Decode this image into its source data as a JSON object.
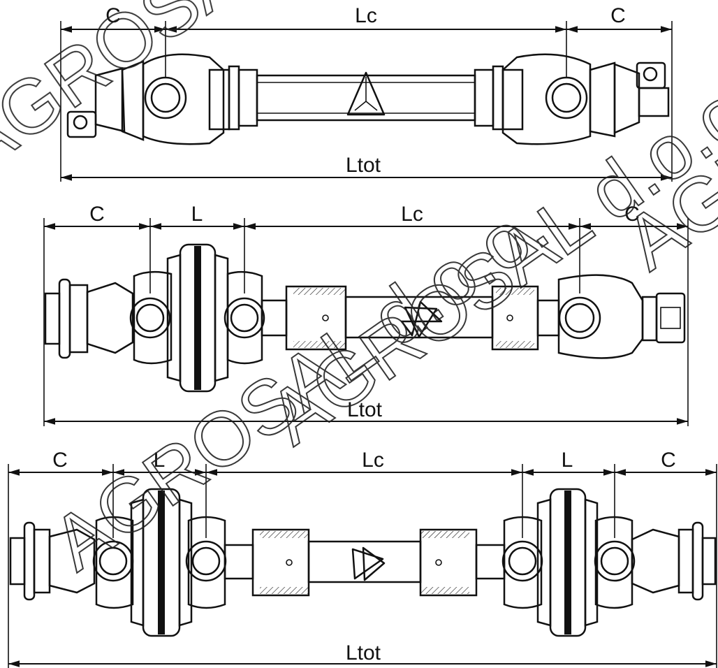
{
  "watermark": "AGROSAL d.o.o.",
  "diagrams": [
    {
      "id": "shaft-1",
      "labels": {
        "c_left": "C",
        "lc": "Lc",
        "c_right": "C",
        "ltot": "Ltot"
      }
    },
    {
      "id": "shaft-2",
      "labels": {
        "c_left": "C",
        "l_left": "L",
        "lc": "Lc",
        "c_right": "C",
        "ltot": "Ltot"
      }
    },
    {
      "id": "shaft-3",
      "labels": {
        "c_left": "C",
        "l_left": "L",
        "lc": "Lc",
        "l_right": "L",
        "c_right": "C",
        "ltot": "Ltot"
      }
    }
  ]
}
